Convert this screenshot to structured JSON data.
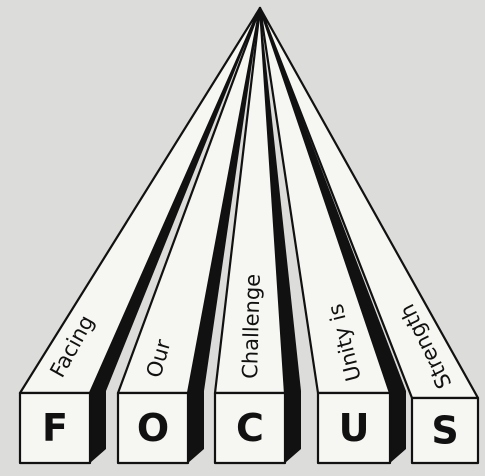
{
  "diagram": {
    "beams": [
      {
        "letter": "F",
        "word": "Facing"
      },
      {
        "letter": "O",
        "word": "Our"
      },
      {
        "letter": "C",
        "word": "Challenge"
      },
      {
        "letter": "U",
        "word": "Unity is"
      },
      {
        "letter": "S",
        "word": "Strength"
      }
    ]
  }
}
